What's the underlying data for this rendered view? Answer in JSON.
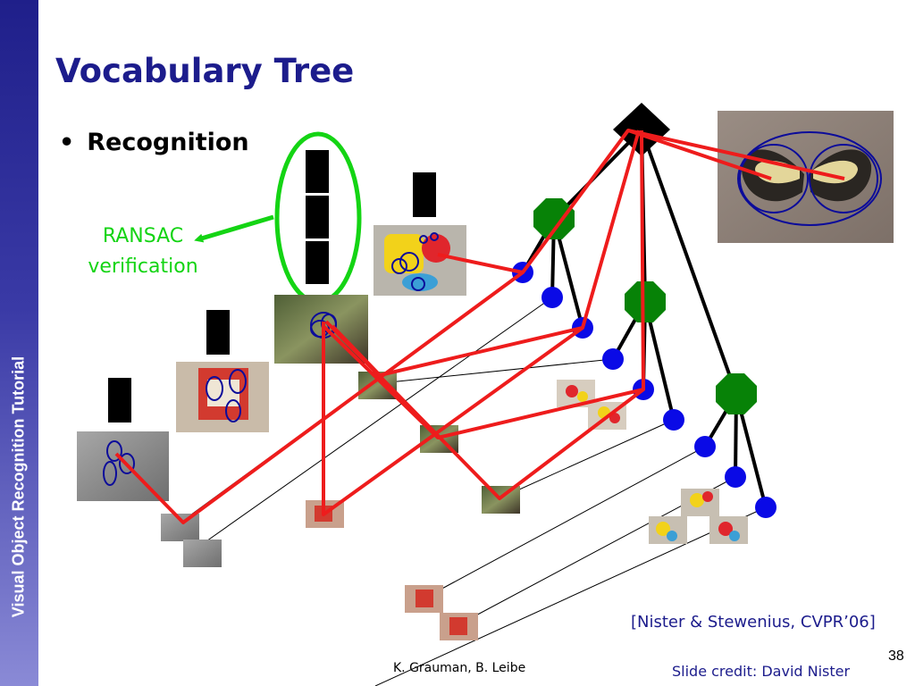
{
  "sidebar": {
    "text": "Visual Object Recognition Tutorial"
  },
  "slide": {
    "title": "Vocabulary Tree",
    "bullet": "Recognition",
    "bullet_symbol": "•"
  },
  "annotation": {
    "line1": "RANSAC",
    "line2": "verification"
  },
  "footer": {
    "citation": "[Nister & Stewenius, CVPR’06]",
    "page_number": "38",
    "authors": "K. Grauman, B. Leibe",
    "credit": "Slide credit: David Nister"
  },
  "colors": {
    "title": "#1c1c8c",
    "sidebar": "#2e2e91",
    "annotation": "#14d414",
    "match_line": "#ee1c1c",
    "leaf_node": "#0a0ae6",
    "inner_node": "#078207",
    "root_node": "#000000"
  },
  "icons": {
    "root": "diamond-root-node",
    "inner": "green-octagon-node",
    "leaf": "blue-circle-leaf-node"
  }
}
